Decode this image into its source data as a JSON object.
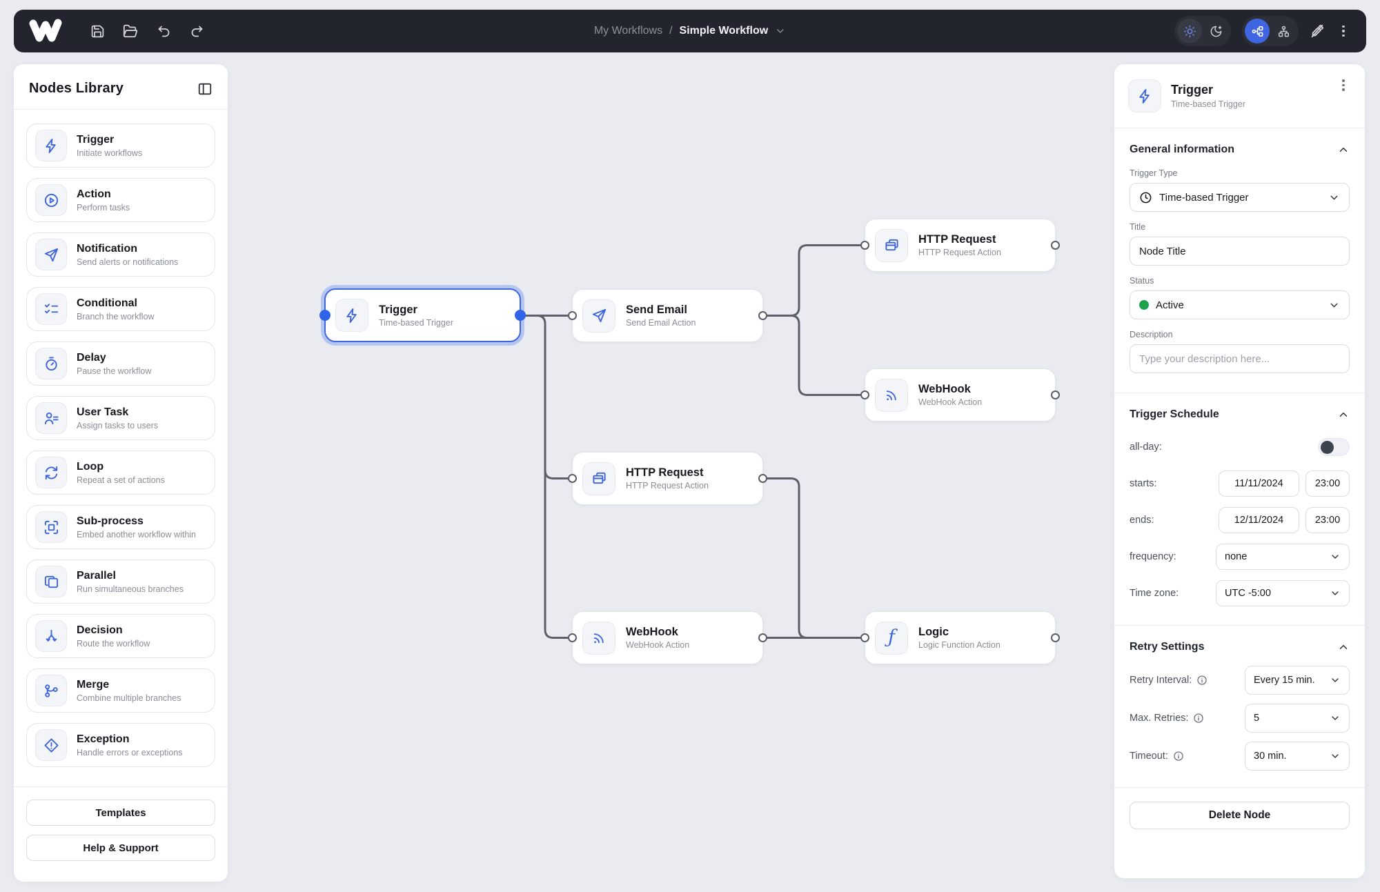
{
  "topbar": {
    "breadcrumb_parent": "My Workflows",
    "breadcrumb_sep": "/",
    "breadcrumb_current": "Simple Workflow"
  },
  "sidebar": {
    "title": "Nodes Library",
    "items": [
      {
        "title": "Trigger",
        "subtitle": "Initiate workflows",
        "icon": "zap-icon"
      },
      {
        "title": "Action",
        "subtitle": "Perform tasks",
        "icon": "play-circle-icon"
      },
      {
        "title": "Notification",
        "subtitle": "Send alerts or notifications",
        "icon": "send-icon"
      },
      {
        "title": "Conditional",
        "subtitle": "Branch the workflow",
        "icon": "list-checks-icon"
      },
      {
        "title": "Delay",
        "subtitle": "Pause the workflow",
        "icon": "timer-icon"
      },
      {
        "title": "User Task",
        "subtitle": "Assign tasks to users",
        "icon": "user-list-icon"
      },
      {
        "title": "Loop",
        "subtitle": "Repeat a set of actions",
        "icon": "loop-icon"
      },
      {
        "title": "Sub-process",
        "subtitle": "Embed another workflow within",
        "icon": "frame-icon"
      },
      {
        "title": "Parallel",
        "subtitle": "Run simultaneous branches",
        "icon": "copy-icon"
      },
      {
        "title": "Decision",
        "subtitle": "Route the workflow",
        "icon": "split-icon"
      },
      {
        "title": "Merge",
        "subtitle": "Combine multiple branches",
        "icon": "git-merge-icon"
      },
      {
        "title": "Exception",
        "subtitle": "Handle errors or exceptions",
        "icon": "alert-diamond-icon"
      }
    ],
    "templates_label": "Templates",
    "help_label": "Help & Support"
  },
  "canvas": {
    "nodes": [
      {
        "title": "Trigger",
        "subtitle": "Time-based Trigger",
        "selected": true
      },
      {
        "title": "Send Email",
        "subtitle": "Send Email Action"
      },
      {
        "title": "HTTP Request",
        "subtitle": "HTTP Request Action"
      },
      {
        "title": "WebHook",
        "subtitle": "WebHook Action"
      },
      {
        "title": "HTTP Request",
        "subtitle": "HTTP Request Action"
      },
      {
        "title": "WebHook",
        "subtitle": "WebHook Action"
      },
      {
        "title": "Logic",
        "subtitle": "Logic Function Action"
      }
    ]
  },
  "inspector": {
    "header": {
      "title": "Trigger",
      "subtitle": "Time-based Trigger"
    },
    "general": {
      "section_title": "General information",
      "trigger_type_label": "Trigger Type",
      "trigger_type_value": "Time-based Trigger",
      "title_label": "Title",
      "title_value": "Node Title",
      "status_label": "Status",
      "status_value": "Active",
      "description_label": "Description",
      "description_placeholder": "Type your description here..."
    },
    "schedule": {
      "section_title": "Trigger Schedule",
      "allday_label": "all-day:",
      "starts_label": "starts:",
      "starts_date": "11/11/2024",
      "starts_time": "23:00",
      "ends_label": "ends:",
      "ends_date": "12/11/2024",
      "ends_time": "23:00",
      "frequency_label": "frequency:",
      "frequency_value": "none",
      "timezone_label": "Time zone:",
      "timezone_value": "UTC -5:00"
    },
    "retry": {
      "section_title": "Retry Settings",
      "interval_label": "Retry Interval:",
      "interval_value": "Every 15 min.",
      "max_label": "Max. Retries:",
      "max_value": "5",
      "timeout_label": "Timeout:",
      "timeout_value": "30 min."
    },
    "delete_label": "Delete Node"
  },
  "colors": {
    "accent_blue": "#3f66e0",
    "status_active_green": "#1da24c",
    "topbar_bg": "#23252e",
    "canvas_bg": "#e9ebf1",
    "edge_gray": "#5a5f6b"
  }
}
